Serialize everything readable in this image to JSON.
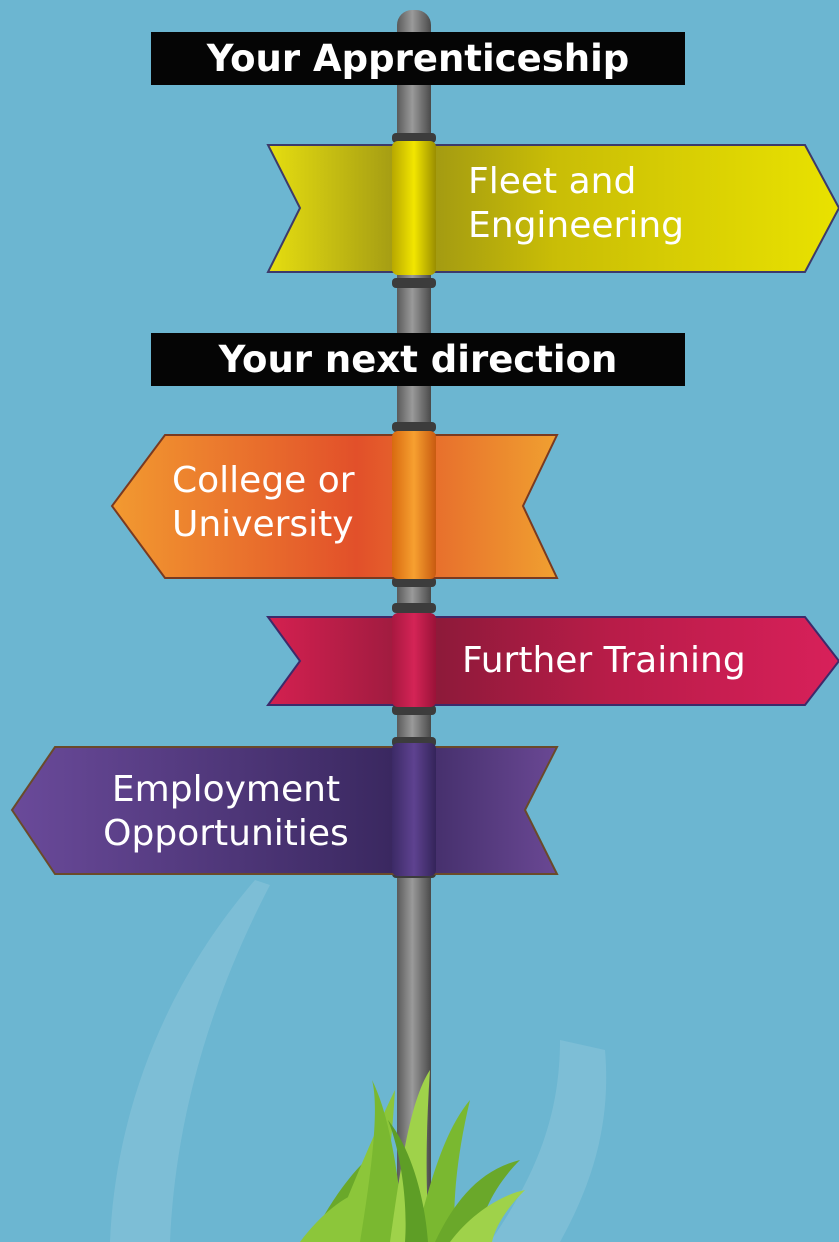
{
  "headings": {
    "apprenticeship": "Your Apprenticeship",
    "next_direction": "Your next direction"
  },
  "signs": {
    "fleet": {
      "line1": "Fleet and",
      "line2": "Engineering",
      "color": "#d4c400",
      "arrow": "right"
    },
    "college": {
      "line1": "College or",
      "line2": "University",
      "color": "#e8692a",
      "arrow": "left"
    },
    "training": {
      "line1": "Further Training",
      "color": "#c81d4e",
      "arrow": "right"
    },
    "employment": {
      "line1": "Employment",
      "line2": "Opportunities",
      "color": "#5a3b86",
      "arrow": "left"
    }
  },
  "colors": {
    "background": "#6cb6d1",
    "pole": "#6e6e6e",
    "grass": "#7ab830"
  }
}
